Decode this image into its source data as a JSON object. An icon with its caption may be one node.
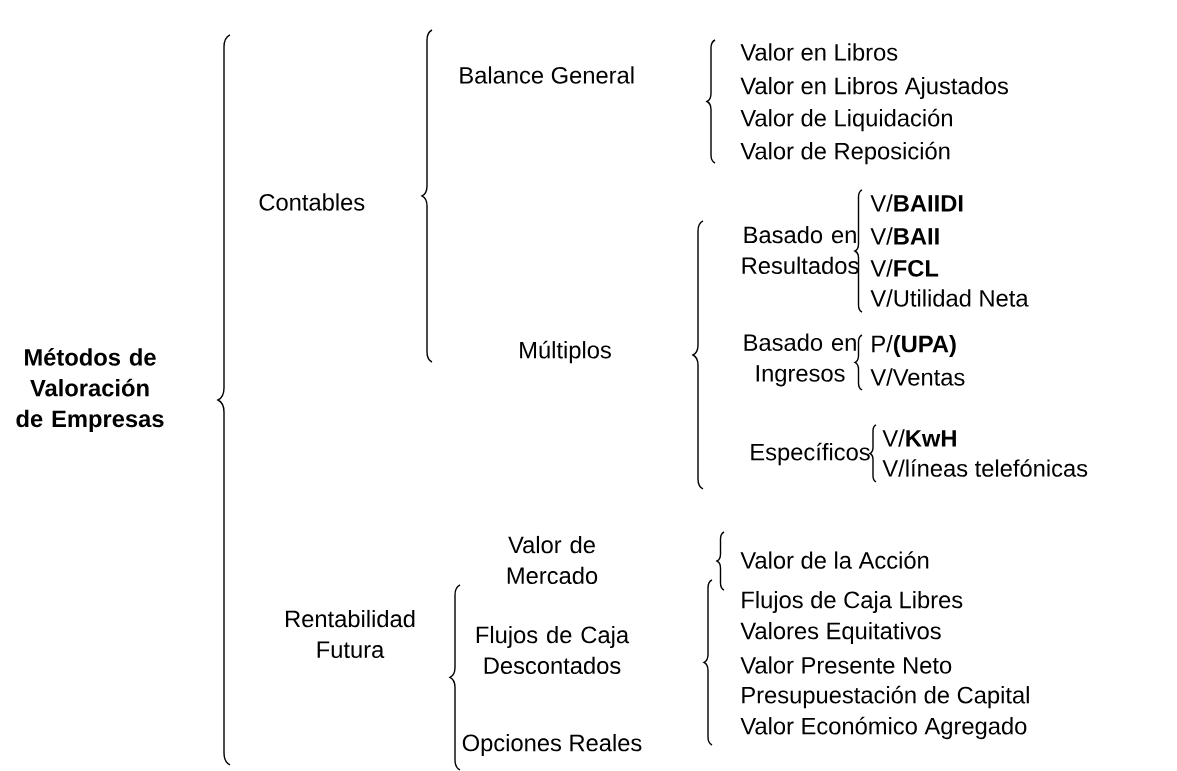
{
  "diagram": {
    "labels": [
      "Métodos de Valoración de Empresas",
      "Contables",
      "Balance General",
      "Valor en Libros",
      "Valor en Libros Ajustados",
      "Valor de Liquidación",
      "Valor de Reposición",
      "Múltiplos",
      "Basado en Resultados",
      "V/**BAIIDI**",
      "V/**BAII**",
      "V/**FCL**",
      "V/Utilidad Neta",
      "Basado en Ingresos",
      "P/**(UPA)**",
      "V/Ventas",
      "Específicos",
      "V/**KwH**",
      "V/líneas telefónicas",
      "Rentabilidad Futura",
      "Valor de Mercado",
      "Valor de la Acción",
      "Flujos de Caja Descontados",
      "Flujos de Caja Libres",
      "Valores Equitativos",
      "Valor Presente Neto",
      "Presupuestación de Capital",
      "Valor Económico Agregado",
      "Opciones Reales"
    ]
  }
}
